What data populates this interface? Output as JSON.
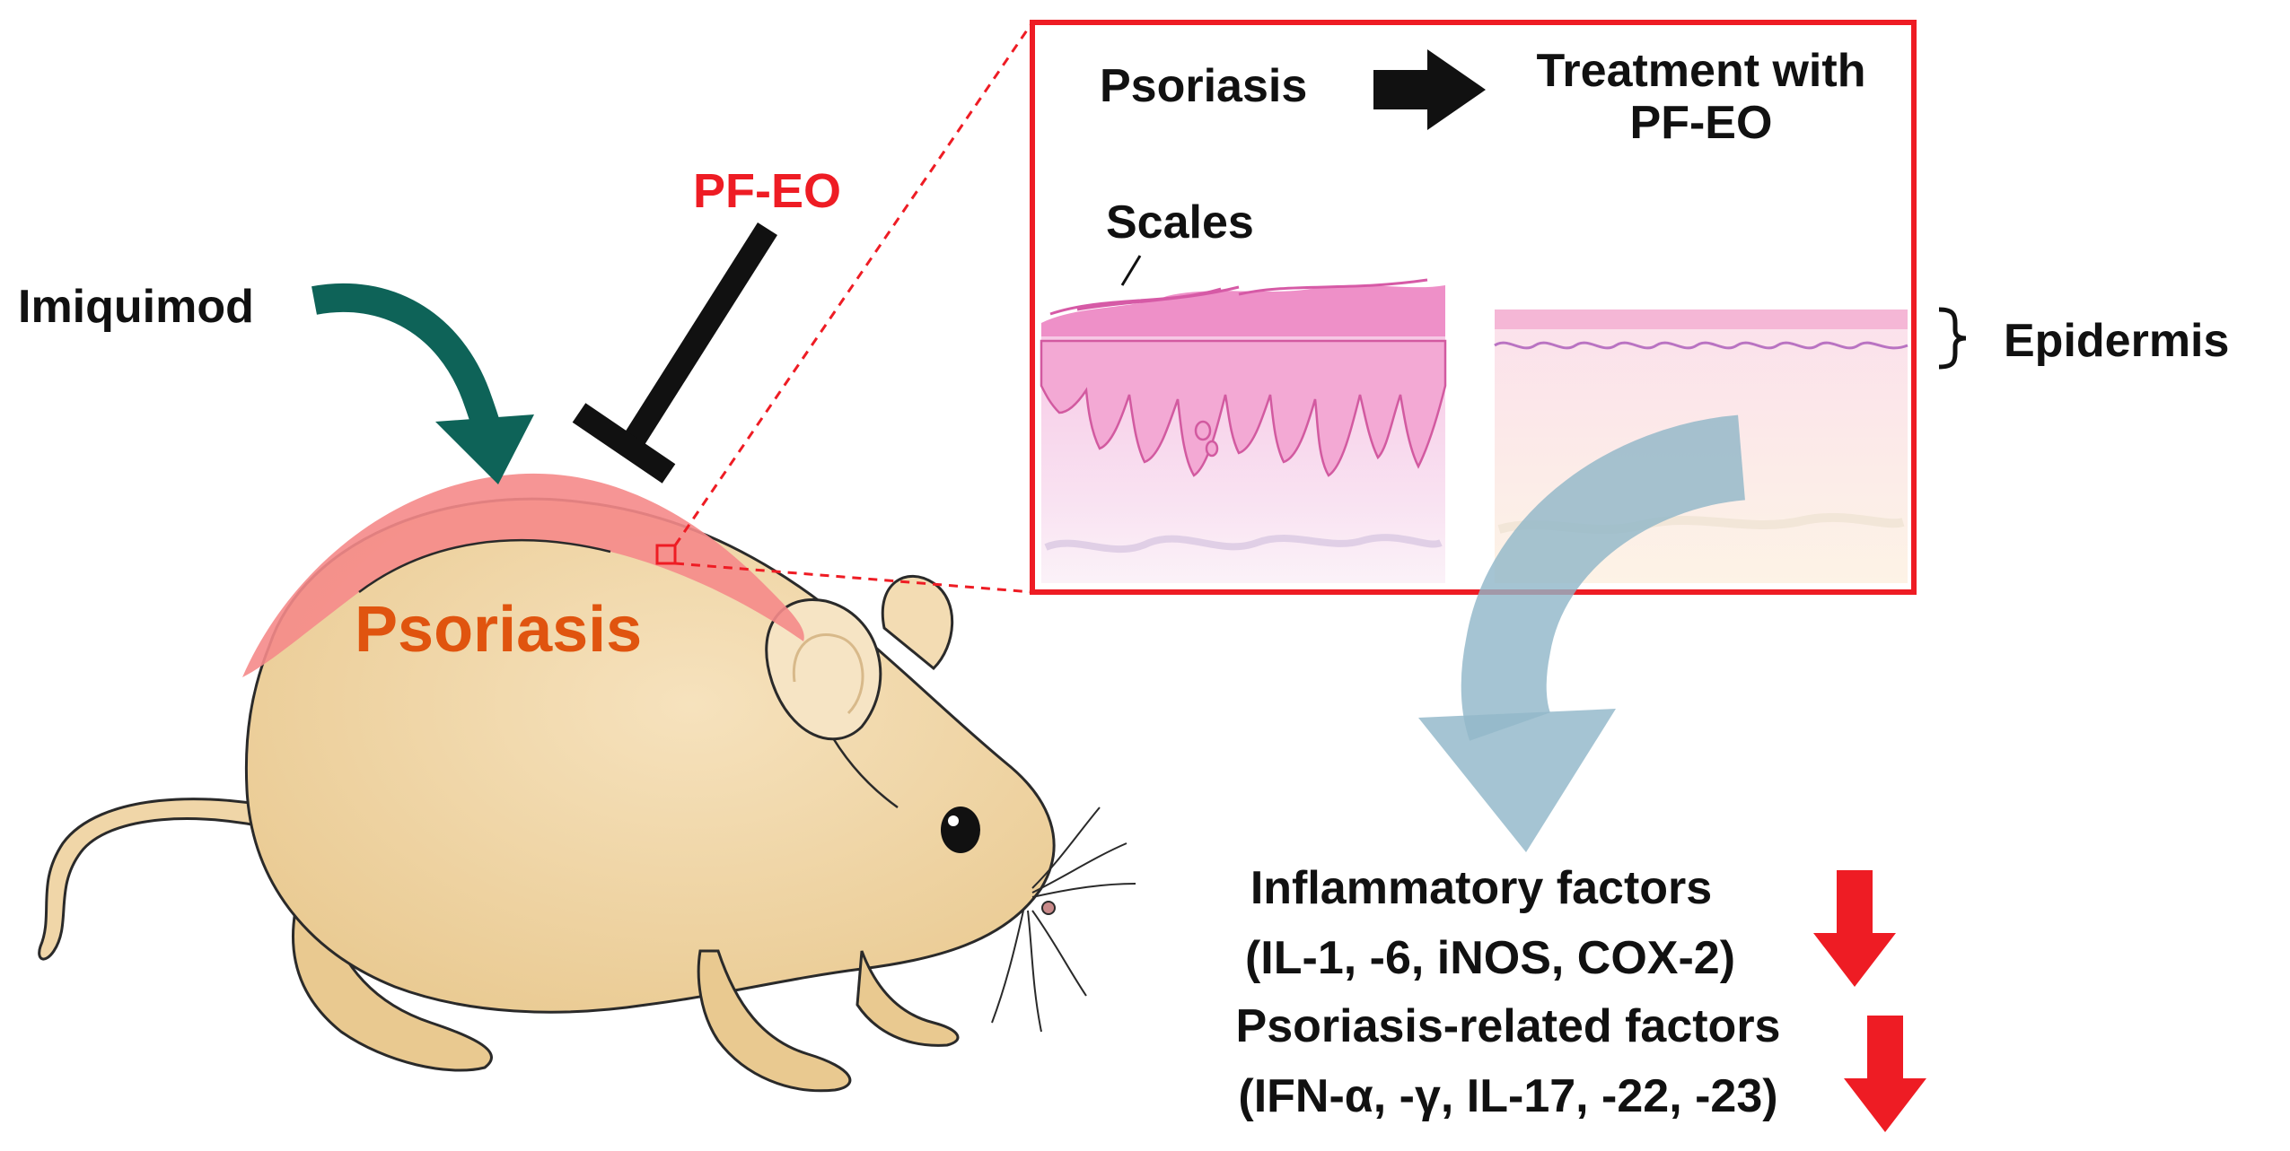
{
  "labels": {
    "imiquimod": "Imiquimod",
    "pf_eo_inhibitor": "PF-EO",
    "psoriasis_body": "Psoriasis",
    "inset_psoriasis": "Psoriasis",
    "treatment_line1": "Treatment with",
    "treatment_line2": "PF-EO",
    "scales": "Scales",
    "epidermis": "Epidermis",
    "inflammatory_title": "Inflammatory factors",
    "inflammatory_list": "(IL-1, -6, iNOS, COX-2)",
    "psoriasis_related_title": "Psoriasis-related factors",
    "psoriasis_related_list": "(IFN-α, -γ, IL-17, -22, -23)"
  },
  "colors": {
    "red_accent": "#ee1c24",
    "psoriasis_text": "#e0540f",
    "teal_arrow": "#0e6358",
    "mouse_fur": "#f0d6a8",
    "lesion": "#f58a8a",
    "skin_pink": "#f2b3d8",
    "blue_arrow": "#8fb6c8",
    "text": "#111111"
  },
  "icons": {
    "decrease_arrows": "down-arrow-icon",
    "inhibition": "t-bar-inhibition-icon",
    "process_arrow": "right-arrow-icon"
  }
}
